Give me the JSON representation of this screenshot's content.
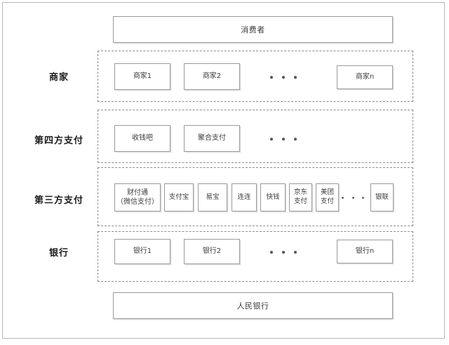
{
  "diagram": {
    "title_top": "消费者",
    "title_bottom": "人民银行",
    "ellipsis_dot": "",
    "rows": [
      {
        "label": "商家",
        "nodes": [
          {
            "line1": "商家1"
          },
          {
            "line1": "商家2"
          },
          {
            "line1": "商家n"
          }
        ]
      },
      {
        "label": "第四方支付",
        "nodes": [
          {
            "line1": "收钱吧"
          },
          {
            "line1": "聚合支付"
          }
        ]
      },
      {
        "label": "第三方支付",
        "nodes": [
          {
            "line1": "财付通",
            "line2": "（微信支付）"
          },
          {
            "line1": "支付宝"
          },
          {
            "line1": "易宝"
          },
          {
            "line1": "连连"
          },
          {
            "line1": "快钱"
          },
          {
            "line1": "京东",
            "line2": "支付"
          },
          {
            "line1": "美团",
            "line2": "支付"
          },
          {
            "line1": "银联"
          }
        ]
      },
      {
        "label": "银行",
        "nodes": [
          {
            "line1": "银行1"
          },
          {
            "line1": "银行2"
          },
          {
            "line1": "银行n"
          }
        ]
      }
    ]
  },
  "colors": {
    "box_border": "#9a9a9a",
    "group_border": "#8c8c8c",
    "text": "#3c3c3c",
    "label_text": "#1d1d1d",
    "background": "#ffffff"
  }
}
